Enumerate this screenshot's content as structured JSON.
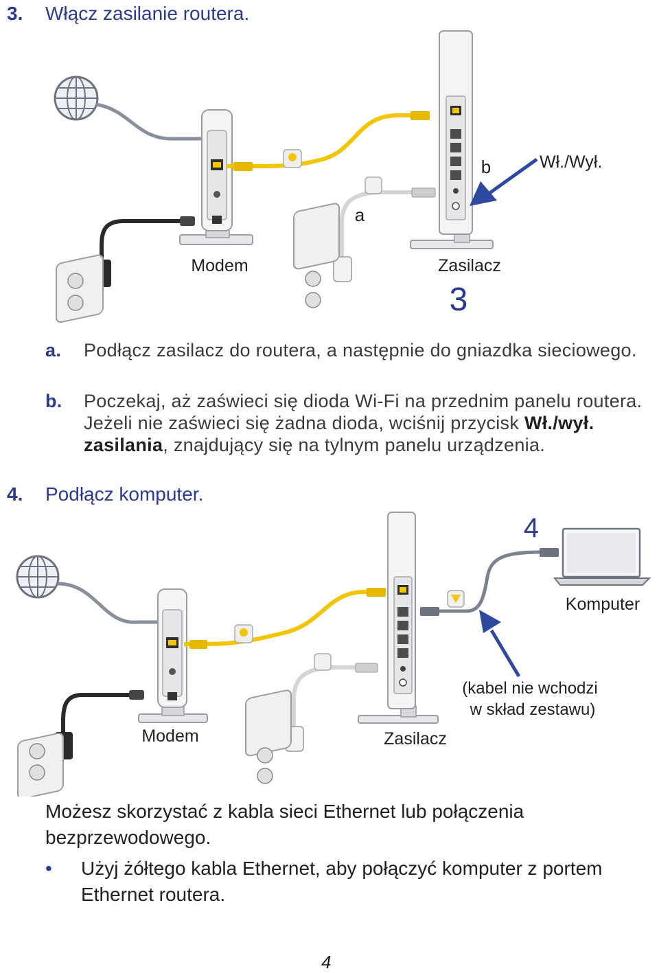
{
  "step3": {
    "number": "3.",
    "title": "Włącz zasilanie routera.",
    "figure": {
      "label_modem": "Modem",
      "label_a": "a",
      "label_b": "b",
      "label_power": "Wł./Wył.",
      "label_adapter": "Zasilacz",
      "figure_number": "3"
    },
    "items": [
      {
        "marker": "a.",
        "text": "Podłącz zasilacz do routera, a następnie do gniazdka sieciowego."
      },
      {
        "marker": "b.",
        "text_before": "Poczekaj, aż zaświeci się dioda Wi-Fi na przednim panelu routera. Jeżeli nie zaświeci się żadna dioda, wciśnij przycisk ",
        "text_bold": "Wł./wył. zasilania",
        "text_after": ", znajdujący się na tylnym panelu urządzenia."
      }
    ]
  },
  "step4": {
    "number": "4.",
    "title": "Podłącz komputer.",
    "figure": {
      "figure_number": "4",
      "label_computer": "Komputer",
      "label_cable_note_1": "(kabel nie wchodzi",
      "label_cable_note_2": "w skład zestawu)",
      "label_modem": "Modem",
      "label_adapter": "Zasilacz"
    }
  },
  "body": {
    "paragraph": "Możesz skorzystać z kabla sieci Ethernet lub połączenia bezprzewodowego.",
    "bullet_symbol": "•",
    "bullet": "Użyj żółtego kabla Ethernet, aby połączyć komputer z portem Ethernet routera."
  },
  "page_number": "4",
  "colors": {
    "heading_blue": "#2b3a8f",
    "arrow_blue": "#2d4aa0",
    "ethernet_yellow": "#f2c500",
    "modem_cable_gray": "#8a8f9c",
    "device_white": "#f3f3f3"
  }
}
